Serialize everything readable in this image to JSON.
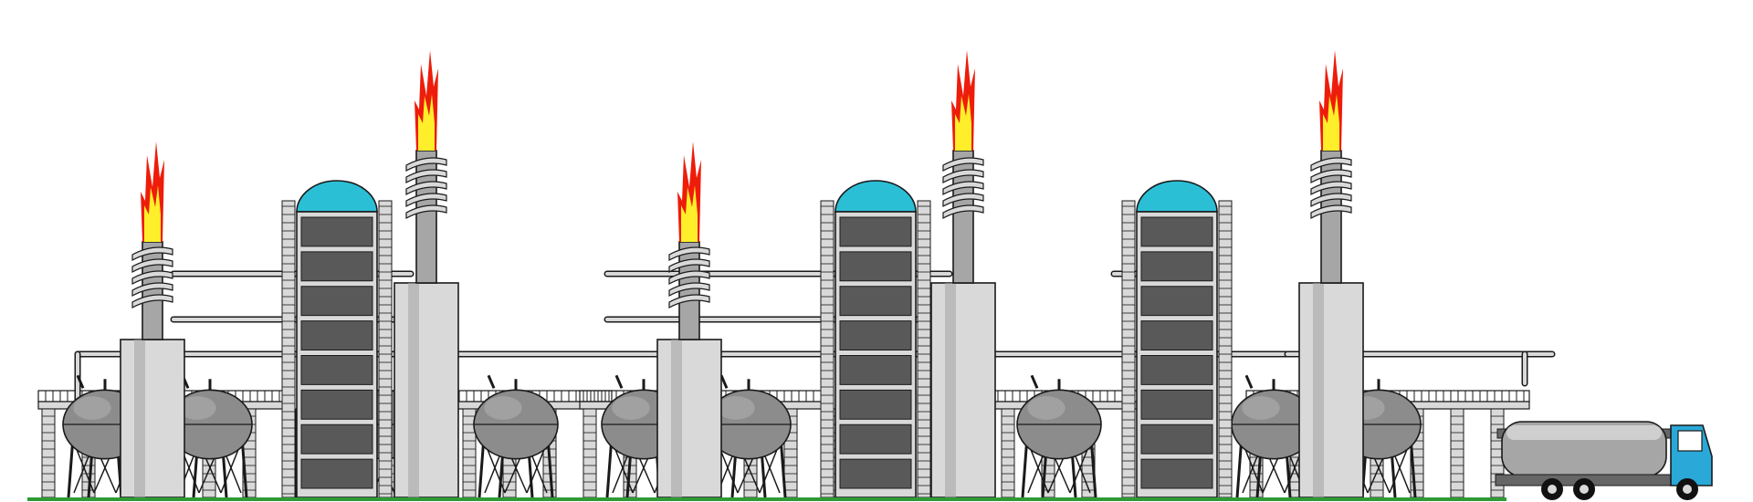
{
  "scene": {
    "description_visible_text": [],
    "palette": {
      "background": "#ffffff",
      "steel_light": "#d9d9d9",
      "steel_mid": "#a6a6a6",
      "steel_dark": "#666666",
      "tank_grey": "#8c8c8c",
      "column_panel": "#595959",
      "dome_cyan": "#2bbfd6",
      "flame_red": "#ee1c0a",
      "flame_yellow": "#ffef2a",
      "ground_green": "#2e9a35",
      "truck_cab": "#2aa8d8",
      "outline": "#1a1a1a"
    },
    "components": {
      "flare_stacks": 5,
      "distillation_columns": 3,
      "spherical_tank_groups": 5,
      "tanker_truck": 1
    }
  }
}
